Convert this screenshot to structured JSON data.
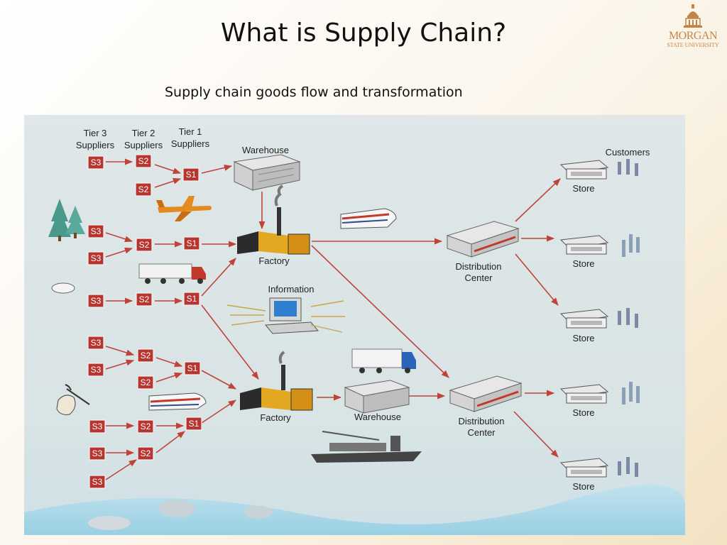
{
  "slide": {
    "title": "What is Supply Chain?",
    "subtitle": "Supply chain goods flow and transformation"
  },
  "logo": {
    "line1": "MORGAN",
    "line2": "STATE UNIVERSITY"
  },
  "diagram": {
    "headers": {
      "tier3": [
        "Tier 3",
        "Suppliers"
      ],
      "tier2": [
        "Tier 2",
        "Suppliers"
      ],
      "tier1": [
        "Tier 1",
        "Suppliers"
      ],
      "customers": "Customers"
    },
    "labels": {
      "warehouse": "Warehouse",
      "factory": "Factory",
      "information": "Information",
      "distribution_center": [
        "Distribution",
        "Center"
      ],
      "store": "Store"
    },
    "tiers": {
      "s3": "S3",
      "s2": "S2",
      "s1": "S1"
    },
    "colors": {
      "box": "#b8342e",
      "arrow": "#c0433a",
      "background": "#dfe7e8"
    }
  }
}
